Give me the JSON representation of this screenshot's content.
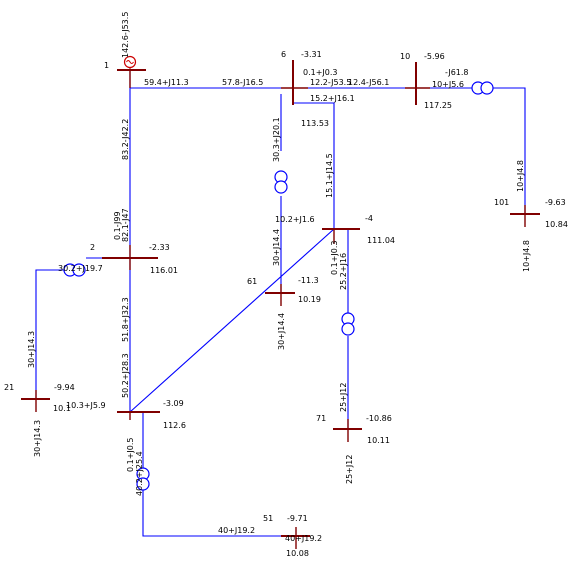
{
  "colors": {
    "line": "#0000ff",
    "bus": "#800000",
    "text": "#000000",
    "generator": "#cc0000"
  },
  "buses": {
    "b1": {
      "id": "1",
      "angle": ""
    },
    "b2": {
      "id": "2",
      "angle": "-2.33",
      "voltage": "116.01"
    },
    "b3": {
      "id": "",
      "angle": "-3.09",
      "voltage": "112.6"
    },
    "b4": {
      "id": "",
      "angle": "-4",
      "voltage": "111.04"
    },
    "b6": {
      "id": "6",
      "angle": "-3.31",
      "voltage": "113.53"
    },
    "b10": {
      "id": "10",
      "angle": "-5.96",
      "voltage": "117.25"
    },
    "b101": {
      "id": "101",
      "angle": "-9.63",
      "voltage": "10.84"
    },
    "b21": {
      "id": "21",
      "angle": "-9.94",
      "voltage": "10.1"
    },
    "b51": {
      "id": "51",
      "angle": "-9.71",
      "voltage": "10.08"
    },
    "b61": {
      "id": "61",
      "angle": "-11.3",
      "voltage": "10.19"
    },
    "b71": {
      "id": "71",
      "angle": "-10.86",
      "voltage": "10.11"
    }
  },
  "flows": {
    "gen1": "142.6-J53.5",
    "f1_top": "59.4+J11.3",
    "f6_left": "57.8-J16.5",
    "f6_a": "0.1+J0.3",
    "f6_b": "12.2-J53.5",
    "f6_c": "12.4-J56.1",
    "f6_d": "15.2+J16.1",
    "f10_a": "-J61.8",
    "f10_b": "10+J5.6",
    "f1_down": "83.2-J42.2",
    "f1_2a": "82.1-J47",
    "f1_2b": "0.1-J99",
    "f2_left": "30.2+J19.7",
    "f2_down": "51.8+J32.3",
    "f3_up": "50.2+J28.3",
    "f3_left": "10.3+J5.9",
    "f3_down_a": "0.1+J0.5",
    "f3_down_b": "40.2+J25.4",
    "f51_line": "40+J19.2",
    "f51_bus": "40+J19.2",
    "f6_61": "30.3+J20.1",
    "f61_up": "30+J14.4",
    "f61_down": "30+J14.4",
    "f4_mid": "10.2+J1.6",
    "f4_up": "15.1+J14.5",
    "f4_a": "0.1+J0.3",
    "f4_b": "25.2+J16",
    "f71_up": "25+J12",
    "f71_down": "25+J12",
    "f101_up": "10+J4.8",
    "f101_down": "10+J4.8",
    "f21_up": "30+J14.3",
    "f21_down": "30+J14.3"
  }
}
